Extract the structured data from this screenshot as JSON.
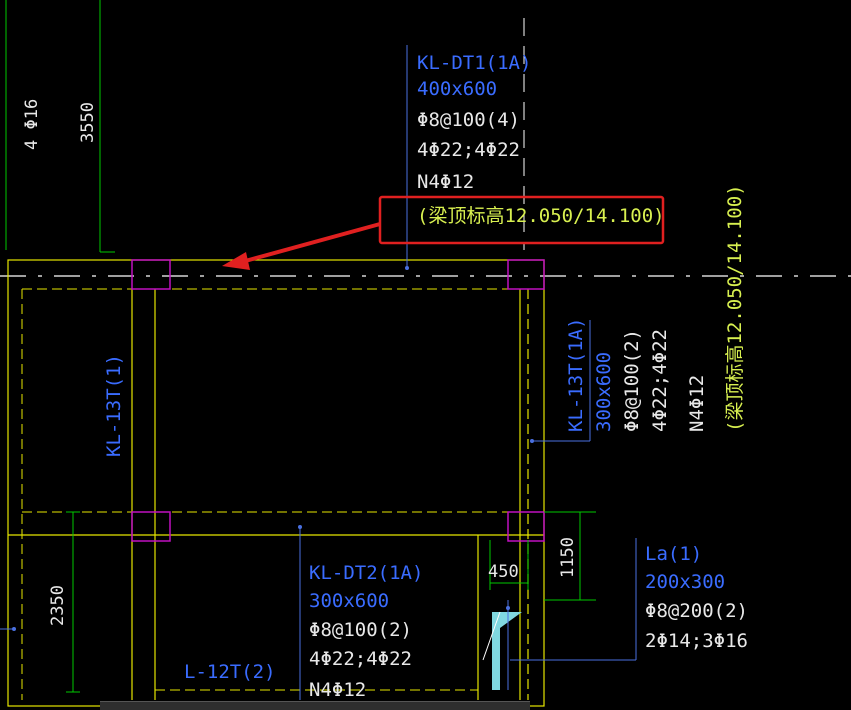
{
  "colors": {
    "background": "#000000",
    "beam_yellow": "#e6e600",
    "column_magenta": "#c010c0",
    "dimension_green": "#00c800",
    "label_blue": "#3a6cff",
    "label_white": "#e8e8e8",
    "label_yellowgreen": "#d8f050",
    "highlight_red": "#e02020",
    "axis_white": "#ffffff",
    "leader_blue": "#4a70e0",
    "cyan_detail": "#80d8e0"
  },
  "top_left": {
    "rebar_label": "4 Φ16",
    "dimension": "3550"
  },
  "beam_dt1": {
    "name": "KL-DT1(1A)",
    "size": "400x600",
    "stirrup": "Φ8@100(4)",
    "main_bars": "4Φ22;4Φ22",
    "side_bars": "N4Φ12",
    "elevation": "(梁顶标高12.050/14.100)"
  },
  "beam_13t_right": {
    "name": "KL-13T(1A)",
    "size": "300x600",
    "stirrup": "Φ8@100(2)",
    "main_bars": "4Φ22;4Φ22",
    "side_bars": "N4Φ12",
    "elevation": "(梁顶标高12.050/14.100)"
  },
  "beam_13t_left": {
    "name": "KL-13T(1)"
  },
  "beam_dt2": {
    "name": "KL-DT2(1A)",
    "size": "300x600",
    "stirrup": "Φ8@100(2)",
    "main_bars": "4Φ22;4Φ22",
    "side_bars": "N4Φ12"
  },
  "beam_l12": {
    "name": "L-12T(2)"
  },
  "beam_la": {
    "name": "La(1)",
    "size": "200x300",
    "stirrup": "Φ8@200(2)",
    "main_bars": "2Φ14;3Φ16"
  },
  "dimensions": {
    "left_bottom": "2350",
    "small_width": "450",
    "right_height": "1150"
  }
}
